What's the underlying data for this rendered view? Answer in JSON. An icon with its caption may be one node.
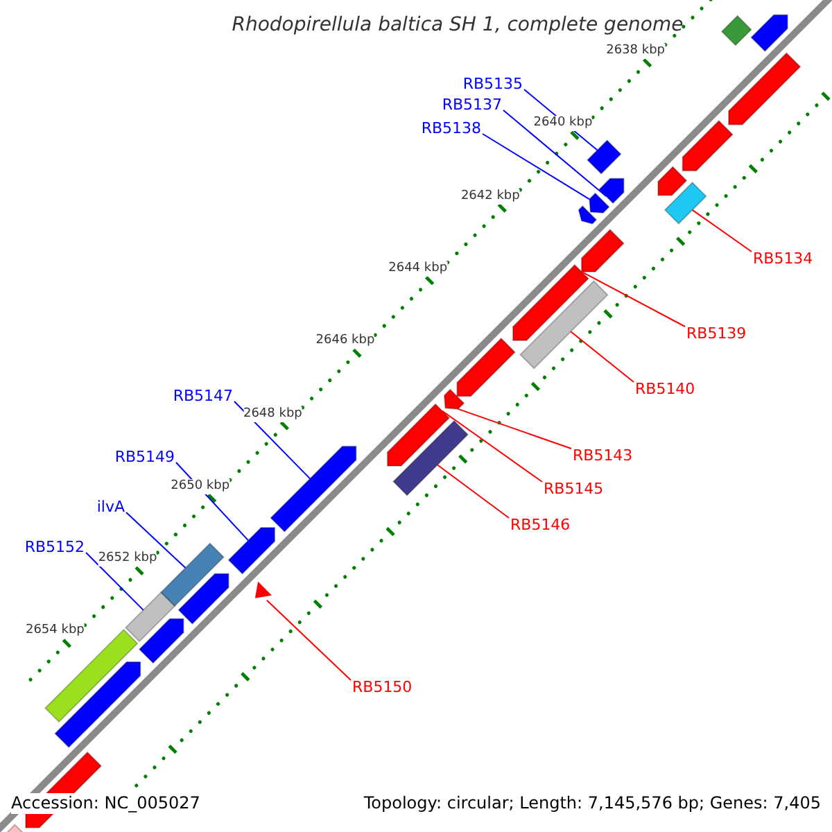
{
  "diagram": {
    "title": "Rhodopirellula baltica SH 1, complete genome",
    "nodes": [
      {
        "text": [
          "RB5135"
        ]
      },
      {
        "text": [
          "RB5137"
        ]
      },
      {
        "text": [
          "RB5138"
        ]
      },
      {
        "text": [
          "RB5134"
        ]
      },
      {
        "text": [
          "RB5139"
        ]
      },
      {
        "text": [
          "RB5140"
        ]
      },
      {
        "text": [
          "RB5143"
        ]
      },
      {
        "text": [
          "RB5147"
        ]
      },
      {
        "text": [
          "RB5145"
        ]
      },
      {
        "text": [
          "RB5149"
        ]
      },
      {
        "text": [
          "RB5146"
        ]
      },
      {
        "text": [
          "ilvA"
        ]
      },
      {
        "text": [
          "RB5152"
        ]
      },
      {
        "text": [
          "RB5150"
        ]
      },
      {
        "text": [],
        "shape": "pentagon"
      },
      {
        "text": [],
        "shape": "box"
      },
      {
        "text": [],
        "shape": "pentagon"
      },
      {
        "text": [],
        "shape": "pentagon"
      },
      {
        "text": [],
        "shape": "box"
      },
      {
        "text": [],
        "shape": "pentagon"
      },
      {
        "text": [],
        "shape": "pentagon"
      },
      {
        "text": [],
        "shape": "box"
      },
      {
        "text": [],
        "shape": "pentagon"
      },
      {
        "text": [],
        "shape": "pentagon"
      },
      {
        "text": [],
        "shape": "pentagon"
      },
      {
        "text": [],
        "shape": "pentagon"
      },
      {
        "text": [],
        "shape": "box"
      },
      {
        "text": [],
        "shape": "pentagon"
      },
      {
        "text": [],
        "shape": "pentagon"
      },
      {
        "text": [],
        "shape": "pentagon"
      },
      {
        "text": [],
        "shape": "box"
      },
      {
        "text": [],
        "shape": "pentagon"
      },
      {
        "text": [],
        "shape": "pentagon"
      },
      {
        "text": [],
        "shape": "box"
      },
      {
        "text": [],
        "shape": "triangle"
      },
      {
        "text": [],
        "shape": "pentagon"
      },
      {
        "text": [],
        "shape": "box"
      },
      {
        "text": [],
        "shape": "pentagon"
      },
      {
        "text": [],
        "shape": "box"
      },
      {
        "text": [],
        "shape": "pentagon"
      },
      {
        "text": [],
        "shape": "pentagon"
      },
      {
        "text": [],
        "shape": "pentagon"
      }
    ],
    "edges": [
      {
        "from": 0,
        "to": 18,
        "arrow": "none",
        "color": "#0000ff"
      },
      {
        "from": 1,
        "to": 20,
        "arrow": "none",
        "color": "#0000ff"
      },
      {
        "from": 2,
        "to": 22,
        "arrow": "none",
        "color": "#0000ff"
      },
      {
        "from": 3,
        "to": 21,
        "arrow": "none",
        "color": "#ff0000"
      },
      {
        "from": 4,
        "to": 25,
        "arrow": "none",
        "color": "#ff0000"
      },
      {
        "from": 5,
        "to": 26,
        "arrow": "none",
        "color": "#ff0000"
      },
      {
        "from": 6,
        "to": 28,
        "arrow": "none",
        "color": "#ff0000"
      },
      {
        "from": 7,
        "to": 31,
        "arrow": "none",
        "color": "#0000ff"
      },
      {
        "from": 8,
        "to": 29,
        "arrow": "none",
        "color": "#ff0000"
      },
      {
        "from": 9,
        "to": 32,
        "arrow": "none",
        "color": "#0000ff"
      },
      {
        "from": 10,
        "to": 30,
        "arrow": "none",
        "color": "#ff0000"
      },
      {
        "from": 11,
        "to": 33,
        "arrow": "none",
        "color": "#0000ff"
      },
      {
        "from": 12,
        "to": 36,
        "arrow": "none",
        "color": "#0000ff"
      },
      {
        "from": 13,
        "to": 34,
        "arrow": "none",
        "color": "#ff0000"
      }
    ],
    "labels": [
      "2638 kbp",
      "2640 kbp",
      "2642 kbp",
      "2644 kbp",
      "2646 kbp",
      "2648 kbp",
      "2650 kbp",
      "2652 kbp",
      "2654 kbp",
      "Accession: NC_005027",
      "Topology: circular; Length: 7,145,576 bp; Genes: 7,405"
    ]
  }
}
